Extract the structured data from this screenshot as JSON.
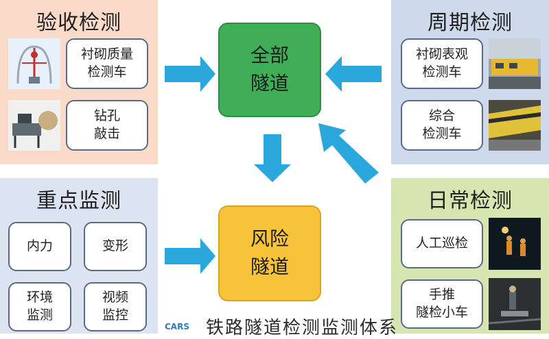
{
  "panels": {
    "acceptance": {
      "title": "验收检测",
      "items": [
        "衬砌质量\n检测车",
        "钻孔\n敲击"
      ]
    },
    "periodic": {
      "title": "周期检测",
      "items": [
        "衬砌表观\n检测车",
        "综合\n检测车"
      ]
    },
    "key": {
      "title": "重点监测",
      "items": [
        "内力",
        "变形",
        "环境\n监测",
        "视频\n监控"
      ]
    },
    "daily": {
      "title": "日常检测",
      "items": [
        "人工巡检",
        "手推\n隧检小车"
      ]
    }
  },
  "center": {
    "all_tunnels": "全部\n隧道",
    "risk_tunnels": "风险\n隧道"
  },
  "caption": "铁路隧道检测监测体系",
  "logo": "CARS",
  "colors": {
    "acceptance_bg": "#f9d9c8",
    "periodic_bg": "#cfd9ec",
    "key_bg": "#dde4f1",
    "daily_bg": "#d7e6b1",
    "green": "#3fae57",
    "yellow": "#f6c33a",
    "arrow": "#2aa7dc"
  }
}
